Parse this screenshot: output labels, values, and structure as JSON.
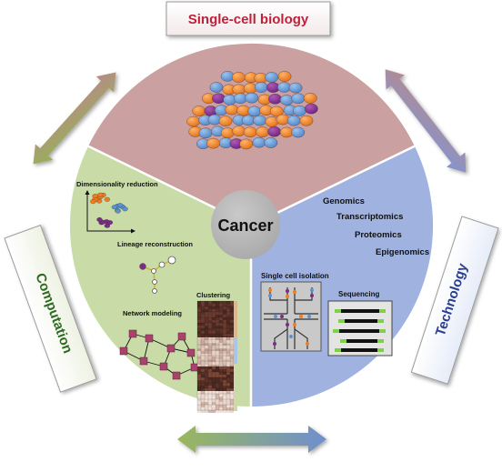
{
  "boxes": {
    "top": "Single-cell biology",
    "left": "Computation",
    "right": "Technology"
  },
  "center": {
    "label": "Cancer"
  },
  "technology": {
    "items": [
      "Genomics",
      "Transcriptomics",
      "Proteomics",
      "Epigenomics"
    ],
    "isolation_label": "Single cell isolation",
    "sequencing_label": "Sequencing"
  },
  "computation": {
    "dimensionality_label": "Dimensionality reduction",
    "lineage_label": "Lineage reconstruction",
    "network_label": "Network modeling",
    "clustering_label": "Clustering"
  },
  "colors": {
    "biology_sector": "#caa0a0",
    "technology_sector": "#9fb2e0",
    "computation_sector": "#c9dca8",
    "center_circle": "#b5b5b5",
    "cell_orange": "#ef7d22",
    "cell_blue": "#5a93d3",
    "cell_purple": "#7a2c86",
    "node_fill": "#a8446a",
    "top_box_text": "#c0203a"
  },
  "icons": [
    "tissue-cells-icon",
    "scatter-plot-icon",
    "lineage-tree-icon",
    "network-graph-icon",
    "heatmap-icon",
    "microfluidic-chip-icon",
    "sequencing-reads-icon"
  ]
}
